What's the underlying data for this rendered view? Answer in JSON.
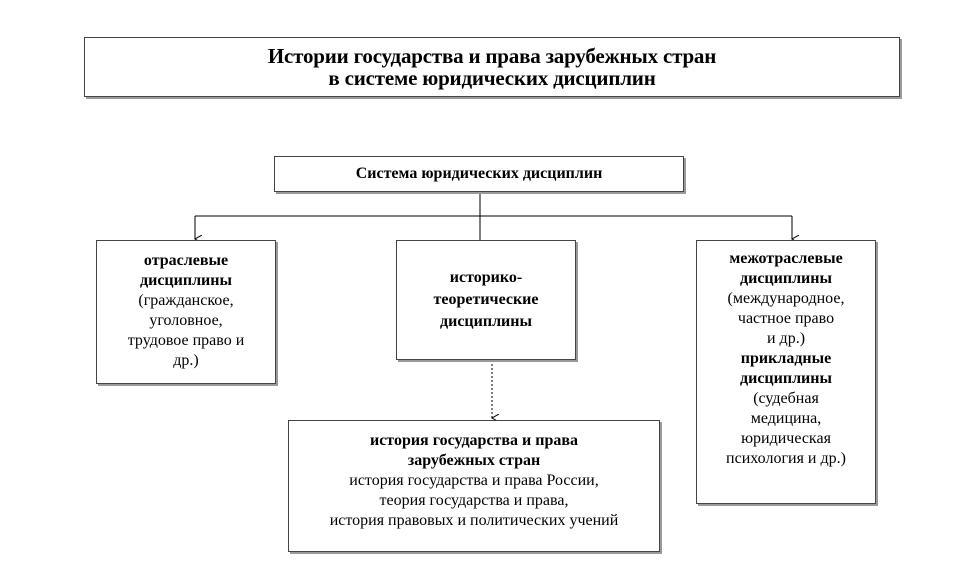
{
  "title": {
    "line1": "Истории государства и права зарубежных стран",
    "line2": "в системе юридических дисциплин"
  },
  "system": {
    "label": "Система юридических дисциплин"
  },
  "branch": {
    "heading_line1": "отраслевые",
    "heading_line2": "дисциплины",
    "detail_line1": "(гражданское,",
    "detail_line2": "уголовное,",
    "detail_line3": "трудовое право и",
    "detail_line4": "др.)"
  },
  "historical": {
    "line1": "историко-",
    "line2": "теоретические",
    "line3": "дисциплины"
  },
  "interbranch": {
    "heading_line1": "межотраслевые",
    "heading_line2": "дисциплины",
    "detail_line1": "(международное,",
    "detail_line2": "частное право",
    "detail_line3": "и др.)",
    "applied_line1": "прикладные",
    "applied_line2": "дисциплины",
    "applied_detail_line1": "(судебная",
    "applied_detail_line2": "медицина,",
    "applied_detail_line3": "юридическая",
    "applied_detail_line4": "психология и др.)"
  },
  "target": {
    "heading_line1": "история государства и права",
    "heading_line2": "зарубежных стран",
    "item1": "история государства и права России,",
    "item2": "теория государства и права,",
    "item3": "история правовых и политических учений"
  }
}
